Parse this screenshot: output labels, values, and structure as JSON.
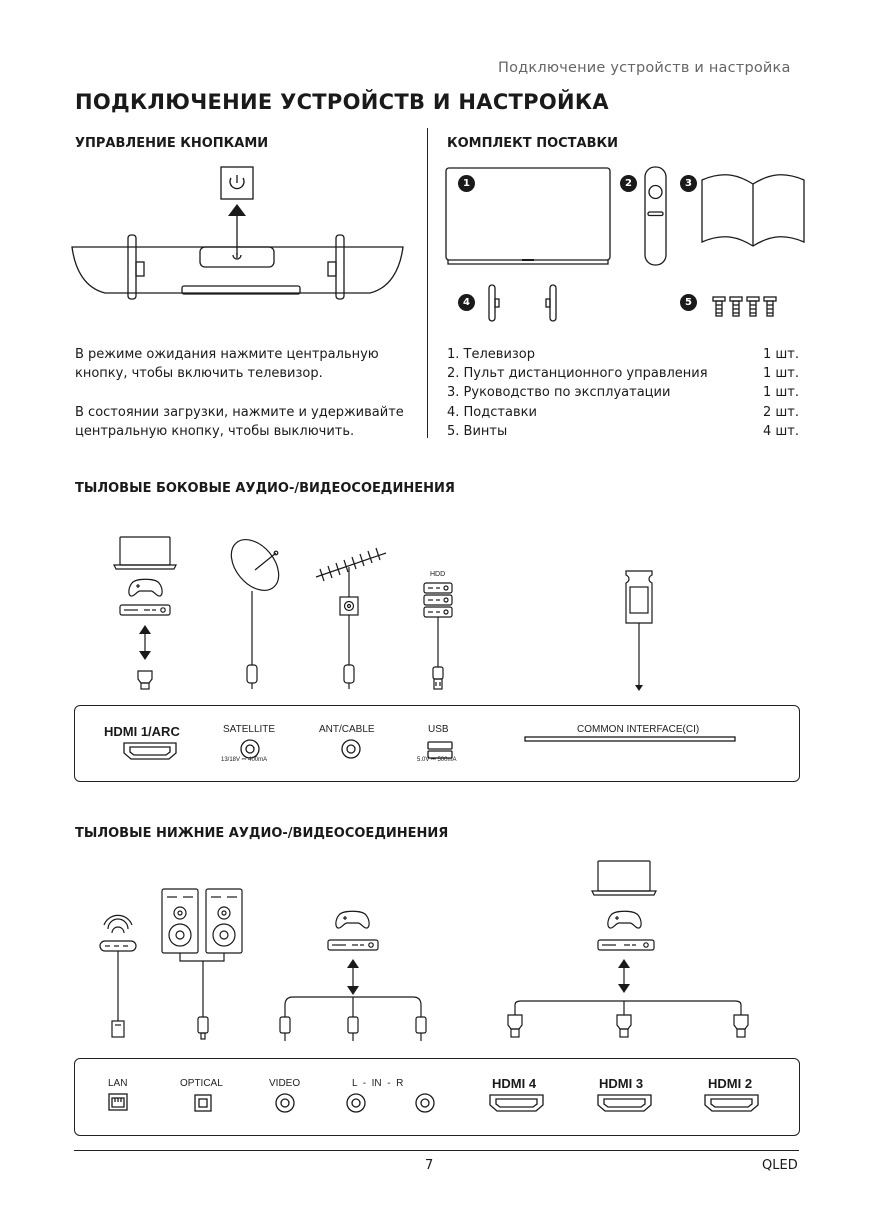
{
  "header": {
    "running_title": "Подключение устройств и настройка",
    "page_title": "ПОДКЛЮЧЕНИЕ УСТРОЙСТВ И НАСТРОЙКА"
  },
  "buttons_section": {
    "heading": "УПРАВЛЕНИЕ КНОПКАМИ",
    "para1_line1": "В режиме ожидания нажмите центральную",
    "para1_line2": "кнопку, чтобы включить телевизор.",
    "para2_line1": "В состоянии загрузки, нажмите и удерживайте",
    "para2_line2": "центральную кнопку, чтобы выключить."
  },
  "package_section": {
    "heading": "КОМПЛЕКТ ПОСТАВКИ",
    "badges": [
      "1",
      "2",
      "3",
      "4",
      "5"
    ],
    "items": [
      {
        "name": "1. Телевизор",
        "qty": "1 шт."
      },
      {
        "name": "2. Пульт дистанционного управления",
        "qty": "1 шт."
      },
      {
        "name": "3. Руководство по эксплуатации",
        "qty": "1 шт."
      },
      {
        "name": "4. Подставки",
        "qty": "2 шт."
      },
      {
        "name": "5. Винты",
        "qty": "4 шт."
      }
    ]
  },
  "side_section": {
    "heading": "ТЫЛОВЫЕ БОКОВЫЕ АУДИО-/ВИДЕОСОЕДИНЕНИЯ",
    "hdd_label": "HDD",
    "ports": {
      "hdmi1": "HDMI 1/ARC",
      "satellite": "SATELLITE",
      "satellite_spec": "13/18V ⎓ 400mA",
      "ant": "ANT/CABLE",
      "usb": "USB",
      "usb_spec": "5.0V ⎓ 500mA",
      "ci": "COMMON INTERFACE(CI)"
    }
  },
  "bottom_section": {
    "heading": "ТЫЛОВЫЕ НИЖНИЕ АУДИО-/ВИДЕОСОЕДИНЕНИЯ",
    "ports": {
      "lan": "LAN",
      "optical": "OPTICAL",
      "video": "VIDEO",
      "lr": "L  -  IN  -  R",
      "hdmi4": "HDMI 4",
      "hdmi3": "HDMI 3",
      "hdmi2": "HDMI 2"
    }
  },
  "footer": {
    "page_number": "7",
    "brand": "QLED"
  }
}
